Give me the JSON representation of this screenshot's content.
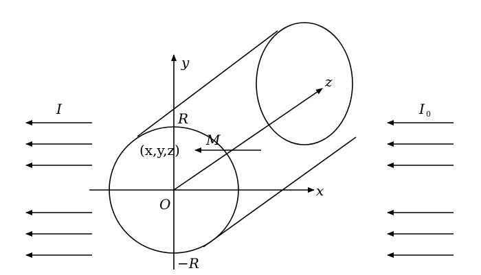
{
  "labels": {
    "y_axis": "y",
    "z_axis": "z",
    "x_axis": "x",
    "radius_top": "R",
    "radius_bottom": "−R",
    "origin": "O",
    "point": "(x,y,z)",
    "point_m": "M",
    "intensity_out": "I",
    "intensity_in": "I",
    "intensity_in_sub": "0"
  }
}
